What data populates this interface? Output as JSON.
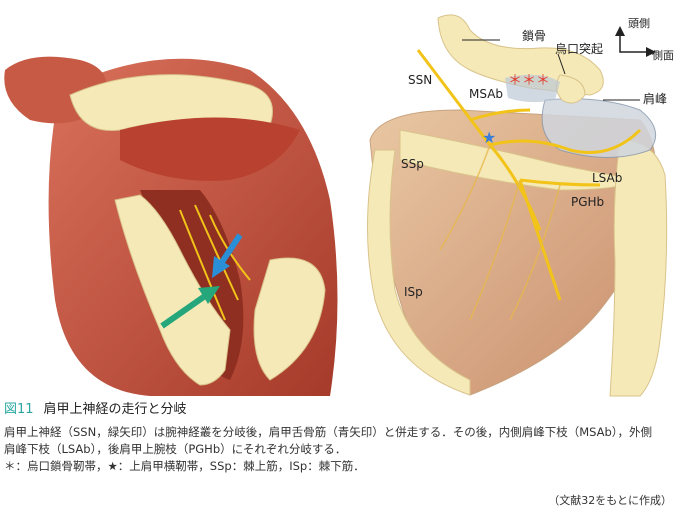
{
  "labels": {
    "clavicle": "鎖骨",
    "coracoid": "烏口突起",
    "acromion": "肩峰",
    "ssn": "SSN",
    "msab": "MSAb",
    "ssp": "SSp",
    "lsab": "LSAb",
    "pghb": "PGHb",
    "isp": "ISp",
    "cranial": "頭側",
    "lateral": "側面",
    "asterisks": "＊＊＊"
  },
  "caption": {
    "figure_number": "図11",
    "title": "肩甲上神経の走行と分岐",
    "lines": [
      "肩甲上神経（SSN，緑矢印）は腕神経叢を分岐後，肩甲舌骨筋（青矢印）と併走する．その後，内側肩峰下枝（MSAb），外側",
      "肩峰下枝（LSAb），後肩甲上腕枝（PGHb）にそれぞれ分岐する．",
      "＊：烏口鎖骨靭帯，★：上肩甲横靭帯，SSp：棘上筋，ISp：棘下筋．"
    ],
    "source": "（文献32をもとに作成）"
  },
  "colors": {
    "muscle": "#c44f3c",
    "bone": "#f4e3a6",
    "nerve": "#f2c318",
    "arrow_green": "#25a77b",
    "arrow_blue": "#2a8fd6",
    "asterisk_red": "#e53b2a",
    "star_blue": "#3a7dd8",
    "caption_accent": "#2aa7a0"
  }
}
